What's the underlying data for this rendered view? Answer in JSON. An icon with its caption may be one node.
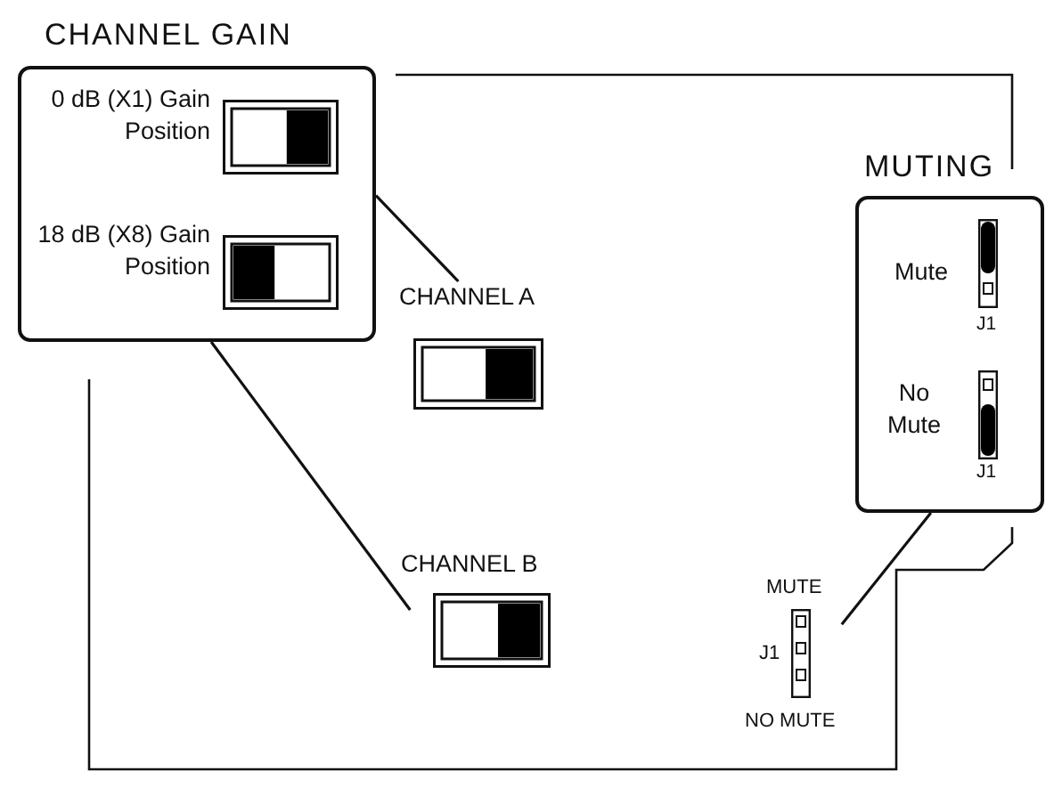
{
  "diagram": {
    "nodes": [
      {
        "text": [
          "CHANNEL GAIN",
          "0 dB (X1) Gain Position",
          "18 dB (X8) Gain Position"
        ]
      },
      {
        "text": [
          "CHANNEL A"
        ]
      },
      {
        "text": [
          "CHANNEL B"
        ]
      },
      {
        "text": [
          "MUTING",
          "Mute",
          "J1",
          "No Mute",
          "J1"
        ]
      },
      {
        "text": [
          "MUTE",
          "J1",
          "NO MUTE"
        ]
      }
    ],
    "edges": [
      {
        "from": 0,
        "to": 1,
        "arrow": "none"
      },
      {
        "from": 0,
        "to": 2,
        "arrow": "none"
      },
      {
        "from": 3,
        "to": 4,
        "arrow": "none"
      }
    ]
  }
}
